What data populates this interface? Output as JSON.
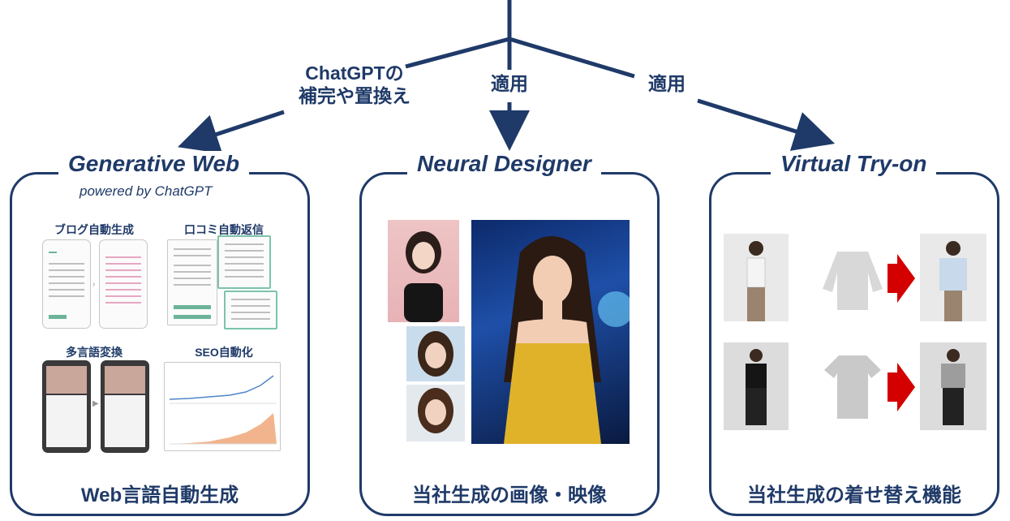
{
  "labels": {
    "left_arrow": [
      "ChatGPTの",
      "補完や置換え"
    ],
    "center_arrow": "適用",
    "right_arrow": "適用"
  },
  "panels": [
    {
      "title": "Generative Web",
      "subtitle": "powered by ChatGPT",
      "features": [
        "ブログ自動生成",
        "口コミ自動返信",
        "多言語変換",
        "SEO自動化"
      ],
      "caption": "Web言語自動生成"
    },
    {
      "title": "Neural Designer",
      "caption": "当社生成の画像・映像"
    },
    {
      "title": "Virtual Try-on",
      "caption": "当社生成の着せ替え機能"
    }
  ],
  "colors": {
    "navy": "#1f3a68",
    "arrow_red": "#d40000"
  }
}
